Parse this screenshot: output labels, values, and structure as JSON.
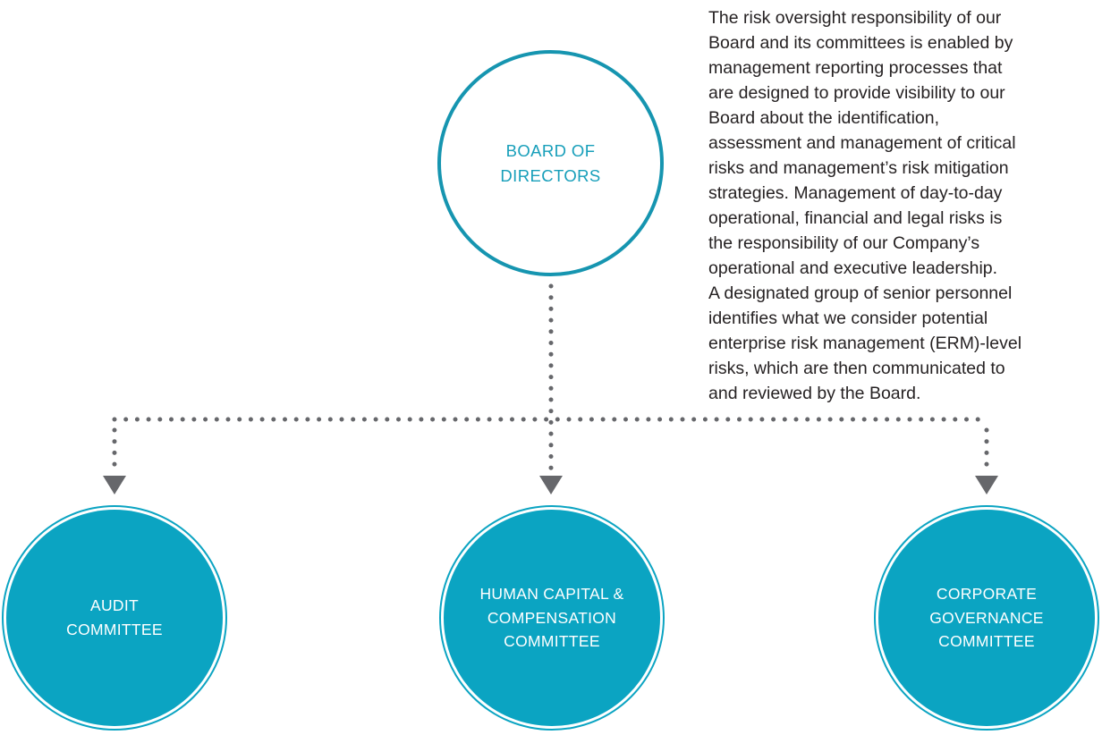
{
  "colors": {
    "teal_fill": "#0ba4c2",
    "teal_stroke": "#1695b0",
    "teal_label": "#189fba",
    "connector_gray": "#66676b",
    "text_dark": "#262223",
    "committee_text": "#ffffff",
    "background": "#ffffff"
  },
  "diagram": {
    "board": {
      "label_lines": [
        "BOARD OF",
        "DIRECTORS"
      ]
    },
    "committees": [
      {
        "label_lines": [
          "AUDIT",
          "COMMITTEE"
        ]
      },
      {
        "label_lines": [
          "HUMAN CAPITAL &",
          "COMPENSATION",
          "COMMITTEE"
        ]
      },
      {
        "label_lines": [
          "CORPORATE",
          "GOVERNANCE",
          "COMMITTEE"
        ]
      }
    ]
  },
  "body_text": {
    "lines": [
      "The risk oversight responsibility of our",
      "Board and its committees is enabled by",
      "management reporting processes that",
      "are designed to provide visibility to our",
      "Board about the identification,",
      "assessment and management of critical",
      "risks and management’s risk mitigation",
      "strategies. Management of day-to-day",
      "operational, financial and legal risks is",
      "the responsibility of our Company’s",
      "operational and executive leadership.",
      "A designated group of senior personnel",
      "identifies what we consider potential",
      "enterprise risk management (ERM)-level",
      "risks, which are then communicated to",
      "and reviewed by the Board."
    ]
  }
}
